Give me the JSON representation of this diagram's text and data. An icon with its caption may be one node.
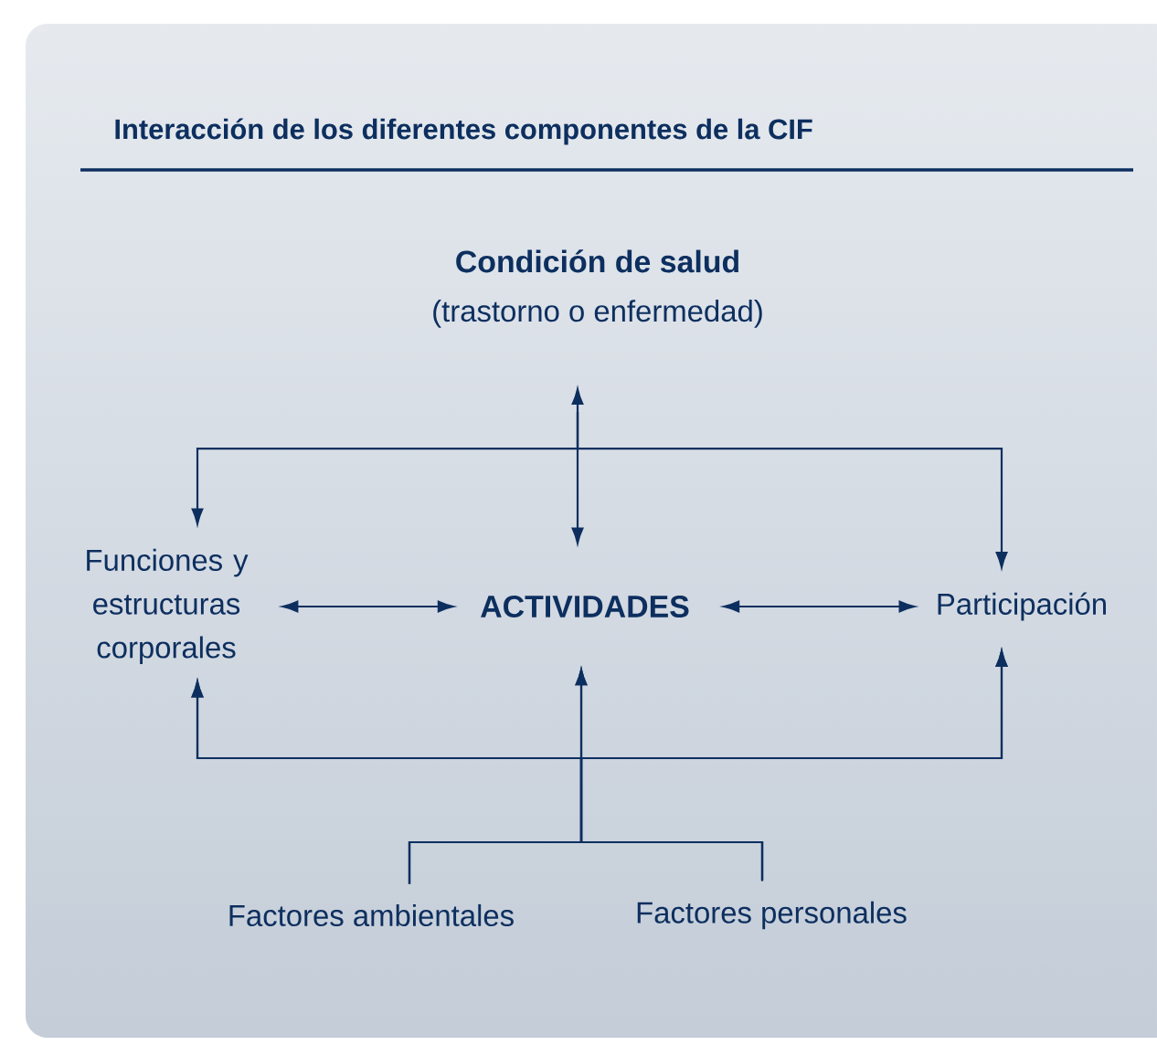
{
  "diagram": {
    "title": "Interacción de los diferentes componentes de la CIF",
    "nodes": [
      {
        "text": [
          "Condición de salud",
          "(trastorno o enfermedad)"
        ]
      },
      {
        "text": [
          "Funciones y estructuras corporales"
        ]
      },
      {
        "text": [
          "ACTIVIDADES"
        ]
      },
      {
        "text": [
          "Participación"
        ]
      },
      {
        "text": [
          "Factores ambientales"
        ]
      },
      {
        "text": [
          "Factores personales"
        ]
      }
    ],
    "edges": [
      {
        "from": 0,
        "to": 1,
        "arrow": "to"
      },
      {
        "from": 0,
        "to": 2,
        "arrow": "both"
      },
      {
        "from": 0,
        "to": 3,
        "arrow": "to"
      },
      {
        "from": 1,
        "to": 2,
        "arrow": "both"
      },
      {
        "from": 2,
        "to": 3,
        "arrow": "both"
      },
      {
        "from": 4,
        "to": 1,
        "arrow": "to"
      },
      {
        "from": 4,
        "to": 2,
        "arrow": "to"
      },
      {
        "from": 4,
        "to": 3,
        "arrow": "to"
      },
      {
        "from": 5,
        "to": 1,
        "arrow": "to"
      },
      {
        "from": 5,
        "to": 2,
        "arrow": "to"
      },
      {
        "from": 5,
        "to": 3,
        "arrow": "to"
      }
    ]
  }
}
